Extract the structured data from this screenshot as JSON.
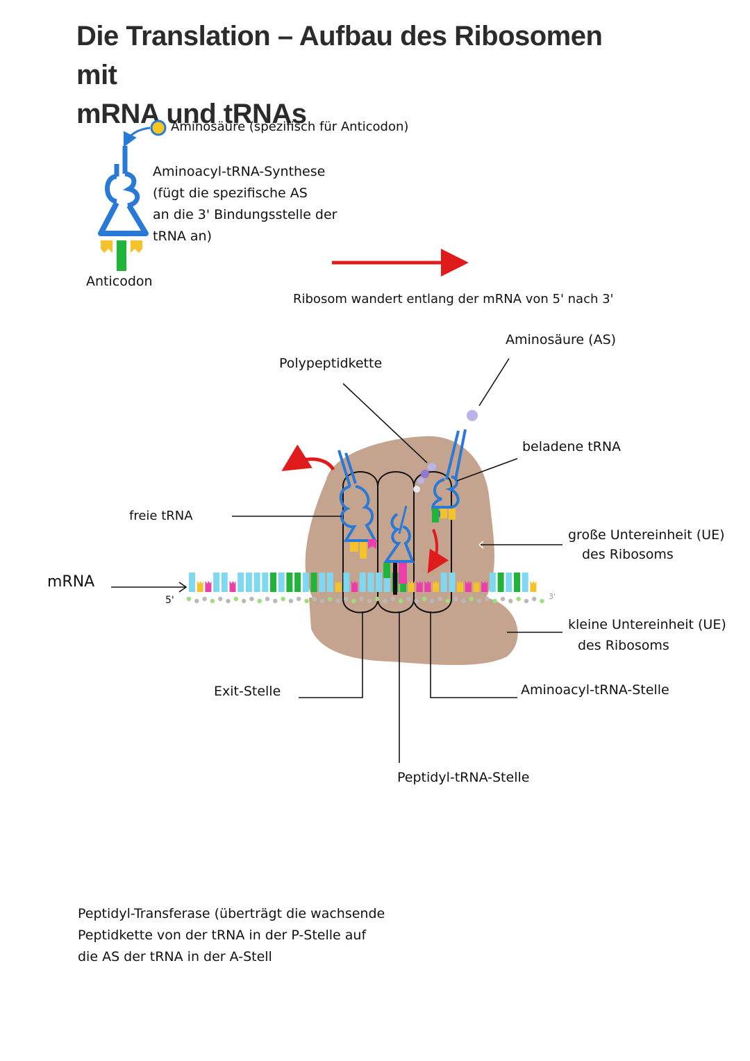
{
  "title": {
    "line1": "Die Translation – Aufbau des Ribosomen mit",
    "line2": "mRNA und tRNAs"
  },
  "legend": {
    "aminosaeure": "Aminosäure (spezifisch für Anticodon)",
    "synthese": [
      "Aminoacyl-tRNA-Synthese",
      "(fügt die spezifische AS",
      "an die 3' Bindungsstelle der",
      "tRNA an)"
    ],
    "anticodon": "Anticodon"
  },
  "direction": "Ribosom wandert entlang der mRNA von 5' nach 3'",
  "labels": {
    "aminosaeure_as": "Aminosäure (AS)",
    "polypeptid": "Polypeptidkette",
    "beladene": "beladene tRNA",
    "freie": "freie tRNA",
    "mrna": "mRNA",
    "five_prime": "5'",
    "three_prime": "3'",
    "grosse": [
      "große Untereinheit (UE)",
      "des Ribosoms"
    ],
    "kleine": [
      "kleine Untereinheit (UE)",
      "des Ribosoms"
    ],
    "exit": "Exit-Stelle",
    "a_stelle": "Aminoacyl-tRNA-Stelle",
    "p_stelle": "Peptidyl-tRNA-Stelle"
  },
  "transferase": [
    "Peptidyl-Transferase (überträgt die wachsende",
    "Peptidkette von der tRNA in der P-Stelle auf",
    "die AS der tRNA in der A-Stell"
  ],
  "colors": {
    "ribosome": "#c4a48e",
    "trna": "#2979d6",
    "arrow_red": "#e01b1b",
    "cyan": "#7fd8ef",
    "green": "#22b33a",
    "yellow": "#f3c22c",
    "magenta": "#ea3fa8",
    "aminoacid_yellow": "#f7c520",
    "aminoacid_lavender": "#b9b4ea"
  }
}
